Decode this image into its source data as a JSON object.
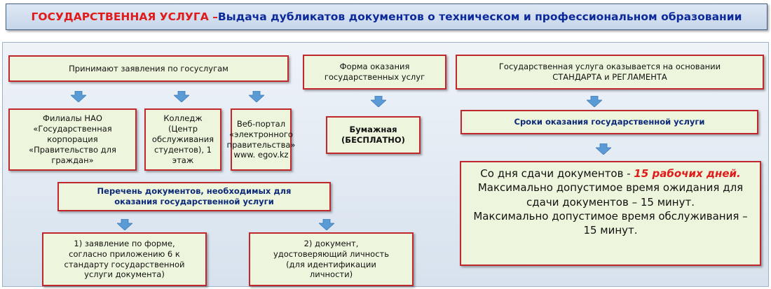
{
  "title": {
    "prefix": "ГОСУДАРСТВЕННАЯ УСЛУГА – ",
    "main": "Выдача дубликатов документов о техническом и профессиональном образовании"
  },
  "left": {
    "accept_header": "Принимают заявления по госуслугам",
    "channels": [
      "Филиалы НАО «Государственная корпорация «Правительство для граждан»",
      "Колледж (Центр обслуживания студентов), 1 этаж",
      "Веб-портал «электронного правительства» www. egov.kz"
    ],
    "docs_header": "Перечень документов, необходимых для оказания государственной услуги",
    "docs": [
      "1) заявление по форме, согласно приложению 6 к стандарту государственной услуги документа)",
      "2) документ, удостоверяющий личность (для идентификации личности)"
    ]
  },
  "middle": {
    "form_header": "Форма оказания государственных услуг",
    "form_value_line1": "Бумажная",
    "form_value_line2": "(БЕСПЛАТНО)"
  },
  "right": {
    "basis": "Государственная услуга оказывается на основании СТАНДАРТА и РЕГЛАМЕНТА",
    "deadlines_header": "Сроки оказания государственной услуги",
    "deadline_prefix": "Со дня сдачи документов - ",
    "deadline_value": "15 рабочих дней.",
    "wait_time": "Максимально допустимое время ожидания для сдачи документов – 15 минут.",
    "service_time": "Максимально допустимое время обслуживания – 15 минут."
  },
  "colors": {
    "box_fill": "#edf6dc",
    "box_border": "#c0282d",
    "title_red": "#e01b1b",
    "title_blue": "#0d2a9a",
    "arrow": "#5b9bd5"
  }
}
